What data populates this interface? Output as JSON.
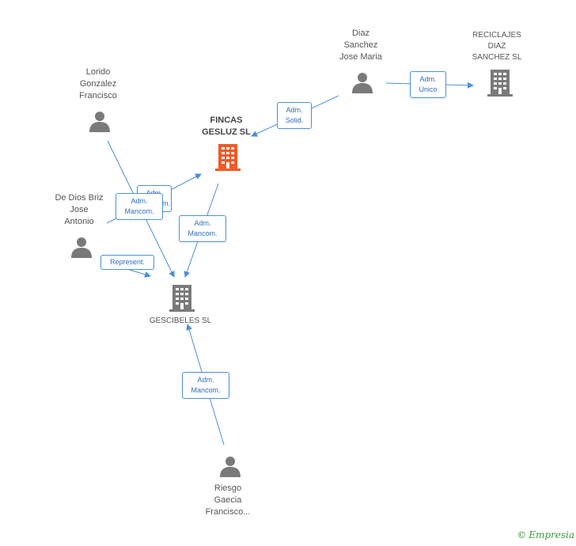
{
  "nodes": {
    "lorido": {
      "label": "Lorido\nGonzalez\nFrancisco",
      "type": "person"
    },
    "dios": {
      "label": "De Dios Briz\nJose\nAntonio",
      "type": "person"
    },
    "diaz": {
      "label": "Diaz\nSanchez\nJose Maria",
      "type": "person"
    },
    "riesgo": {
      "label": "Riesgo\nGaecia\nFrancisco...",
      "type": "person"
    },
    "fincas": {
      "label": "FINCAS\nGESLUZ SL",
      "type": "company-focus"
    },
    "reciclajes": {
      "label": "RECICLAJES\nDIAZ\nSANCHEZ SL",
      "type": "company"
    },
    "gescibeles": {
      "label": "GESCIBELES SL",
      "type": "company"
    }
  },
  "edges": {
    "diaz_fincas": "Adm.\nSolid.",
    "diaz_reciclajes": "Adm.\nUnico",
    "lorido_fincas": "Adm.\nMancom.",
    "dios_gescibeles_mancom": "Adm.\nMancom.",
    "fincas_gescibeles": "Adm.\nMancom.",
    "dios_gescibeles_represent": "Represent.",
    "riesgo_gescibeles": "Adm.\nMancom."
  },
  "colors": {
    "edge": "#4a90d9",
    "person_icon": "#7a7a7a",
    "company_icon": "#7a7a7a",
    "focus_icon": "#f05a28"
  },
  "footer": {
    "copyright": "©",
    "brand": "Empresia"
  }
}
